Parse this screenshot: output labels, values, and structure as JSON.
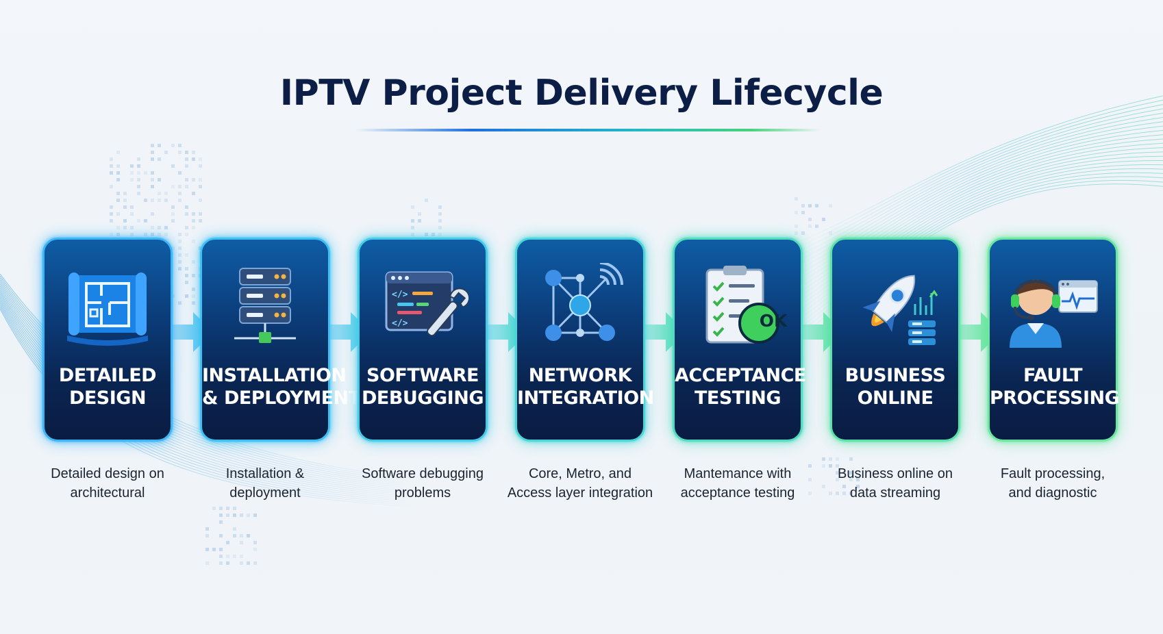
{
  "title": "IPTV Project Delivery Lifecycle",
  "colors": {
    "title": "#0c1e45",
    "card_gradient_top": "#0f5da6",
    "card_gradient_bottom": "#0a1c42",
    "border_blue": "#3db6f7",
    "border_green": "#6be6a0",
    "arrow_blue": "#2ec3ee",
    "arrow_green": "#45e08a"
  },
  "stages": [
    {
      "icon": "blueprint-icon",
      "label_lines": [
        "DETAILED",
        "DESIGN"
      ],
      "caption_lines": [
        "Detailed design on",
        "architectural"
      ]
    },
    {
      "icon": "server-rack-icon",
      "label_lines": [
        "INSTALLATION",
        "& DEPLOYMENT"
      ],
      "caption_lines": [
        "Installation &",
        "deployment"
      ]
    },
    {
      "icon": "code-wrench-icon",
      "label_lines": [
        "SOFTWARE",
        "DEBUGGING"
      ],
      "caption_lines": [
        "Software debugging",
        "problems"
      ]
    },
    {
      "icon": "network-nodes-icon",
      "label_lines": [
        "NETWORK",
        "INTEGRATION"
      ],
      "caption_lines": [
        "Core, Metro, and",
        "Access layer integration"
      ]
    },
    {
      "icon": "clipboard-ok-icon",
      "label_lines": [
        "ACCEPTANCE",
        "TESTING"
      ],
      "caption_lines": [
        "Mantemance with",
        "acceptance testing"
      ],
      "badge": "OK"
    },
    {
      "icon": "rocket-icon",
      "label_lines": [
        "BUSINESS",
        "ONLINE"
      ],
      "caption_lines": [
        "Business online on",
        "data streaming"
      ]
    },
    {
      "icon": "support-agent-icon",
      "label_lines": [
        "FAULT",
        "PROCESSING"
      ],
      "caption_lines": [
        "Fault processing,",
        "and diagnostic"
      ]
    }
  ]
}
